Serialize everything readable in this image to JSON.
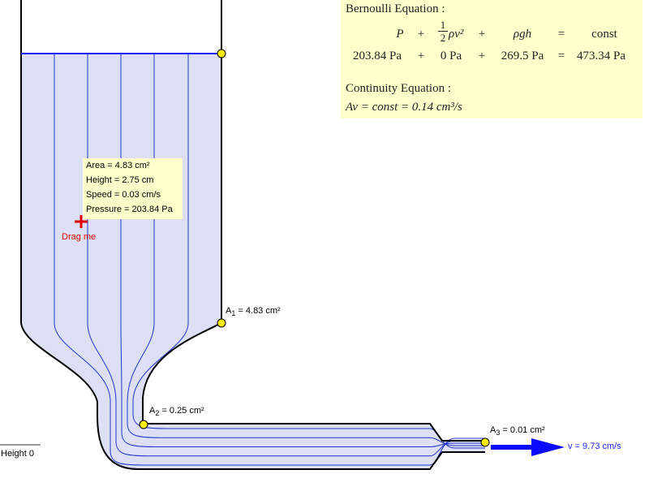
{
  "bernoulli": {
    "title": "Bernoulli Equation :",
    "terms": {
      "p": "P",
      "plus1": "+",
      "half_num": "1",
      "half_den": "2",
      "rho_v2": "ρv²",
      "plus2": "+",
      "rho_g_h": "ρgh",
      "equals": "=",
      "const": "const"
    },
    "values": {
      "pressure": "203.84 Pa",
      "plus1": "+",
      "dynamic": "0 Pa",
      "plus2": "+",
      "hydrostatic": "269.5 Pa",
      "equals": "=",
      "total": "473.34 Pa"
    }
  },
  "continuity": {
    "title": "Continuity Equation :",
    "equation": "Av = const = 0.14 cm³/s"
  },
  "probe": {
    "area": "Area = 4.83 cm²",
    "height": "Height = 2.75 cm",
    "speed": "Speed = 0.03 cm/s",
    "pressure": "Pressure = 203.84 Pa",
    "drag_hint": "Drag me"
  },
  "points": {
    "a1": {
      "prefix": "A",
      "sub": "1",
      "value": " = 4.83 cm²"
    },
    "a2": {
      "prefix": "A",
      "sub": "2",
      "value": " = 0.25 cm²"
    },
    "a3": {
      "prefix": "A",
      "sub": "3",
      "value": " = 0.01 cm²"
    }
  },
  "outflow": {
    "velocity": "v = 9.73 cm/s"
  },
  "reference": {
    "height_zero": "Height 0"
  },
  "colors": {
    "fluid": "#dde0f5",
    "streamline": "#2233cc",
    "wall": "#000000",
    "surface": "#1a1aff",
    "handle": "#ffee00",
    "panel": "#ffffcc",
    "probe": "#e00000",
    "arrow": "#0a0aff"
  }
}
